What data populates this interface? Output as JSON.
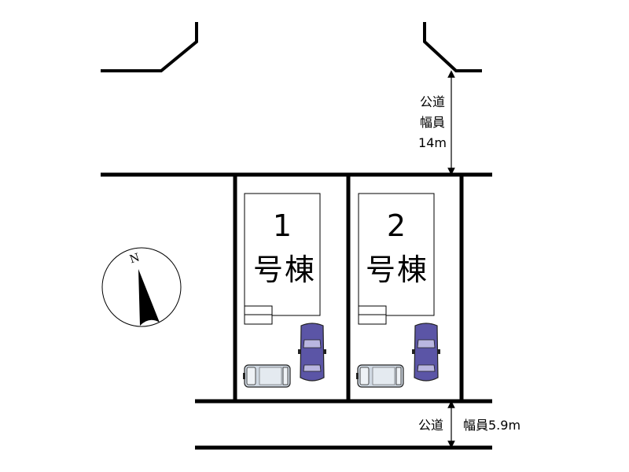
{
  "lots": [
    {
      "number": "1",
      "name": "号棟"
    },
    {
      "number": "2",
      "name": "号棟"
    }
  ],
  "north_road": {
    "line1": "公道",
    "line2": "幅員",
    "line3": "14m"
  },
  "south_road": {
    "label": "公道",
    "width": "幅員5.9m"
  },
  "compass": {
    "label": "N"
  },
  "colors": {
    "sedan": "#5b55a6",
    "van": "#cfd8e2",
    "line": "#000000"
  }
}
